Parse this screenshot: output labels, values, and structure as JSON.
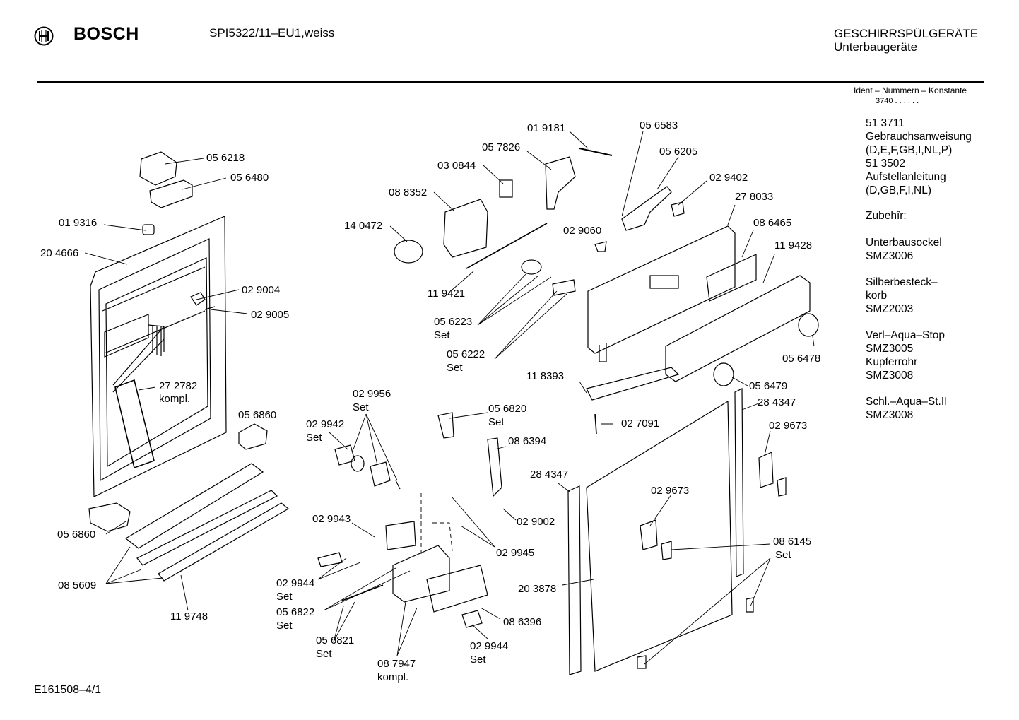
{
  "header": {
    "brand": "BOSCH",
    "model": "SPI5322/11–EU1,weiss",
    "category": "GESCHIRRSPÜLGERÄTE",
    "subcategory": "Unterbaugeräte"
  },
  "ident": {
    "heading": "Ident – Nummern – Konstante",
    "constant": "3740  .  .   .  .  .  ."
  },
  "side_info": [
    "51 3711",
    "Gebrauchsanweisung",
    "(D,E,F,GB,I,NL,P)",
    "51 3502",
    "Aufstellanleitung",
    "(D,GB,F,I,NL)",
    "Zubehîr:",
    "Unterbausockel",
    "SMZ3006",
    "Silberbesteck–",
    "korb",
    "SMZ2003",
    "Verl–Aqua–Stop",
    "SMZ3005",
    "Kupferrohr",
    "SMZ3008",
    "Schl.–Aqua–St.II",
    "SMZ3008"
  ],
  "part_labels": [
    "05 6218",
    "05 6480",
    "01 9316",
    "20 4666",
    "02 9004",
    "02 9005",
    "27 2782",
    "kompl.",
    "05 6860",
    "05 6860",
    "08 5609",
    "11 9748",
    "01 9181",
    "05 7826",
    "03 0844",
    "08 8352",
    "14 0472",
    "11 9421",
    "05 6223",
    "Set",
    "05 6222",
    "Set",
    "02 9060",
    "05 6583",
    "05 6205",
    "02 9402",
    "27 8033",
    "08 6465",
    "11 9428",
    "05 6478",
    "11 8393",
    "05 6479",
    "02 7091",
    "28 4347",
    "02 9673",
    "02 9956",
    "Set",
    "02 9942",
    "Set",
    "05 6820",
    "Set",
    "08 6394",
    "02 9002",
    "02 9945",
    "02 9943",
    "02 9944",
    "Set",
    "05 6822",
    "Set",
    "05 6821",
    "Set",
    "08 7947",
    "kompl.",
    "08 6396",
    "02 9944",
    "Set",
    "28 4347",
    "02 9673",
    "08 6145",
    "Set",
    "20 3878"
  ],
  "footer": {
    "drawing_id": "E161508–4/1"
  }
}
